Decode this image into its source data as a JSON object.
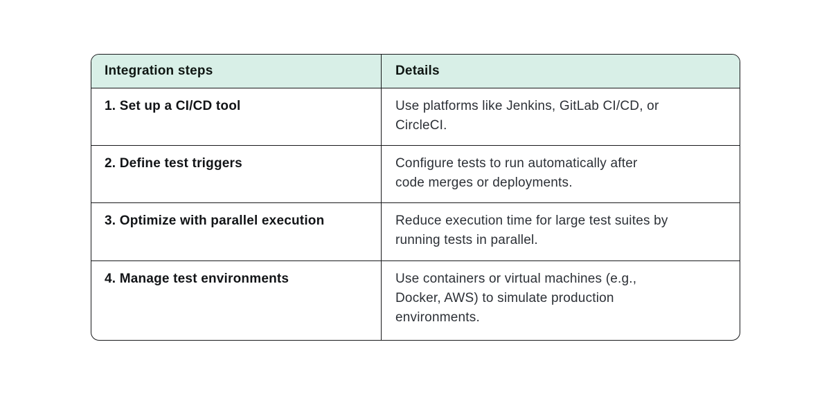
{
  "colors": {
    "page_bg": "#ffffff",
    "header_bg": "#d8efe7",
    "border": "#17181a",
    "header_text": "#0f1613",
    "step_text": "#121417",
    "details_text": "#2c3036"
  },
  "table": {
    "columns": [
      {
        "label": "Integration steps"
      },
      {
        "label": "Details"
      }
    ],
    "rows": [
      {
        "step": "1. Set up a CI/CD tool",
        "details": "Use platforms like Jenkins, GitLab CI/CD, or\nCircleCI."
      },
      {
        "step": "2. Define test triggers",
        "details": "Configure tests to run automatically after\ncode merges or deployments."
      },
      {
        "step": "3. Optimize with parallel execution",
        "details": "Reduce execution time for large test suites by\nrunning tests in parallel."
      },
      {
        "step": "4. Manage test environments",
        "details": "Use containers or virtual machines (e.g.,\nDocker, AWS) to simulate production\nenvironments."
      }
    ]
  }
}
